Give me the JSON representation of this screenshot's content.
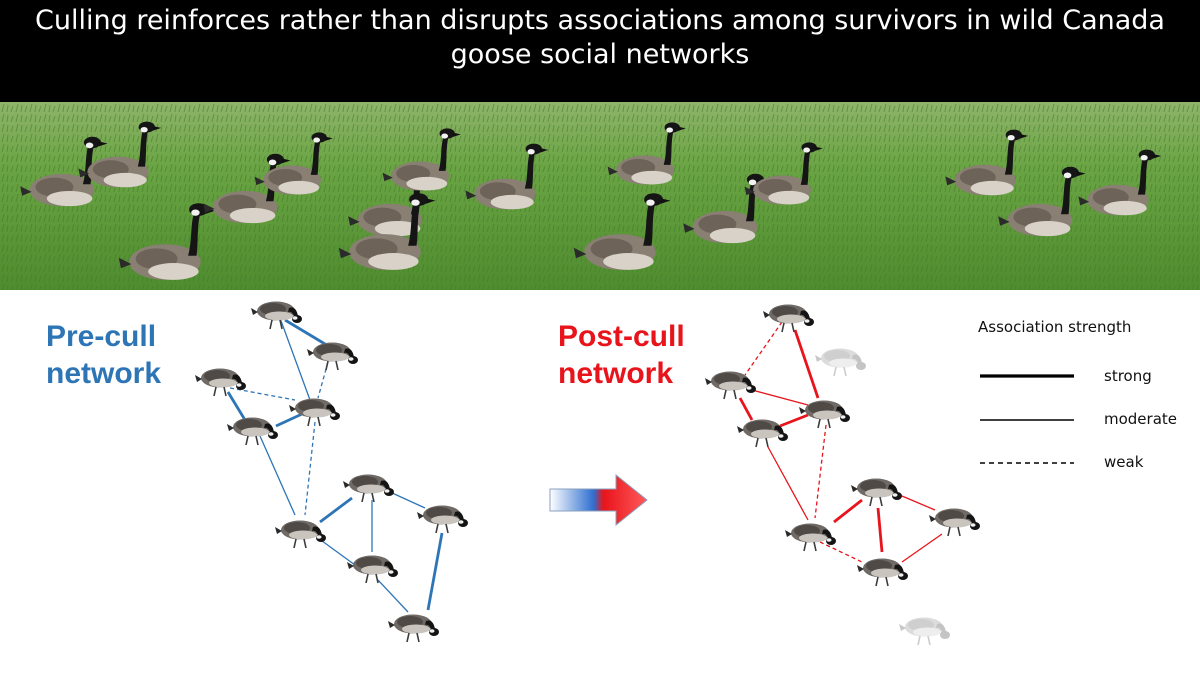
{
  "title": "Culling reinforces rather than disrupts associations among survivors in wild Canada goose social networks",
  "networks": {
    "pre_label_line1": "Pre-cull",
    "pre_label_line2": "network",
    "post_label_line1": "Post-cull",
    "post_label_line2": "network"
  },
  "legend": {
    "title": "Association strength",
    "strong": "strong",
    "moderate": "moderate",
    "weak": "weak"
  },
  "colors": {
    "pre_network": "#2e75b6",
    "post_network": "#e8141b",
    "culled_goose": "#d9d9d9",
    "banner": "#000000",
    "grass": "#5f9a3c"
  },
  "icons": {
    "goose": "goose-icon",
    "culled_goose": "culled-goose-icon",
    "arrow": "gradient-arrow-icon"
  }
}
